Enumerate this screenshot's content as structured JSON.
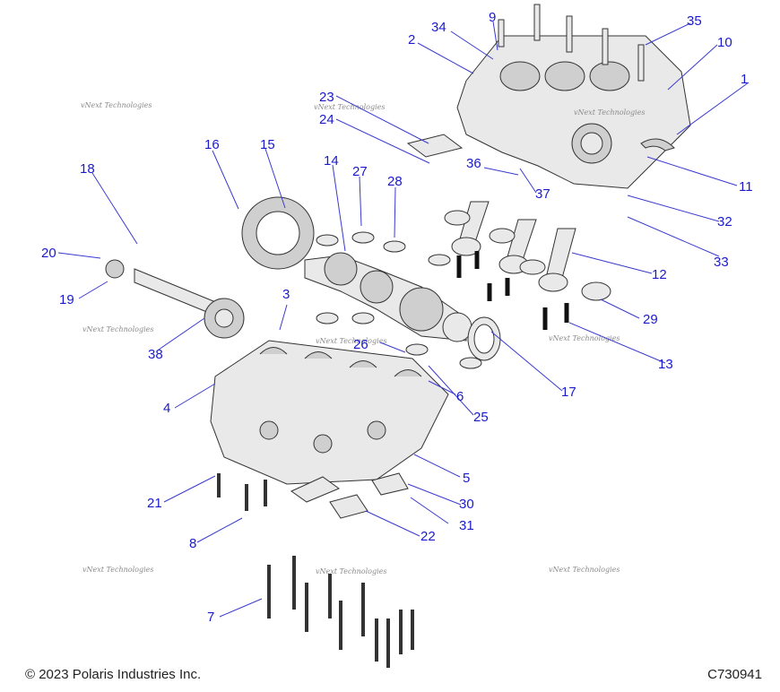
{
  "footer": {
    "copyright": "© 2023 Polaris Industries Inc.",
    "drawing_id": "C730941"
  },
  "watermark": "vNext Technologies",
  "callouts": [
    "1",
    "2",
    "3",
    "4",
    "5",
    "6",
    "7",
    "8",
    "9",
    "10",
    "11",
    "12",
    "13",
    "14",
    "15",
    "16",
    "17",
    "18",
    "19",
    "20",
    "21",
    "22",
    "23",
    "24",
    "25",
    "26",
    "27",
    "28",
    "29",
    "30",
    "31",
    "32",
    "33",
    "34",
    "35",
    "36",
    "37",
    "38"
  ]
}
